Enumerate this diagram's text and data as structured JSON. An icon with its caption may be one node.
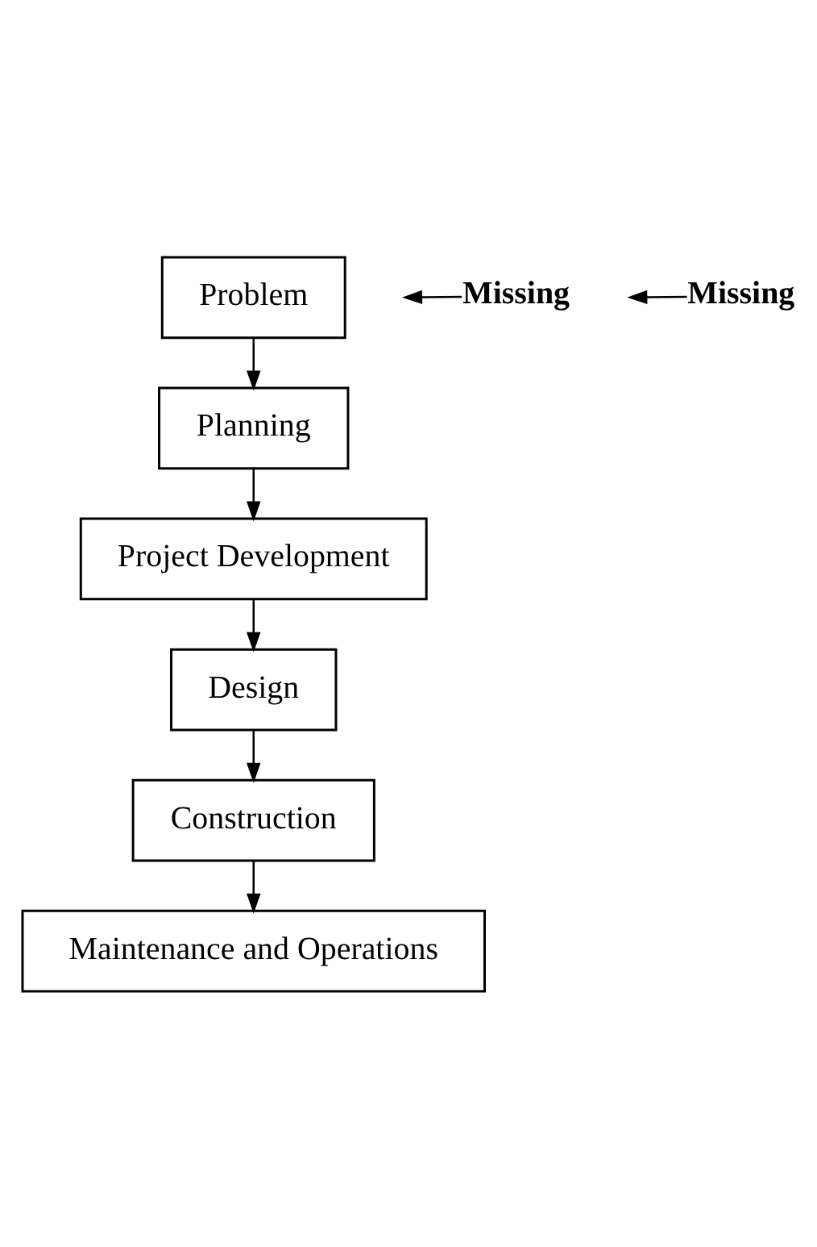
{
  "diagram": {
    "nodes": [
      {
        "text": [
          "Problem"
        ]
      },
      {
        "text": [
          "Planning"
        ]
      },
      {
        "text": [
          "Project Development"
        ]
      },
      {
        "text": [
          "Design"
        ]
      },
      {
        "text": [
          "Construction"
        ]
      },
      {
        "text": [
          "Maintenance and Operations"
        ]
      },
      {
        "text": [
          "Missing"
        ]
      },
      {
        "text": [
          "Missing"
        ]
      }
    ],
    "edges": [
      {
        "from": 0,
        "to": 1,
        "arrow": "to"
      },
      {
        "from": 1,
        "to": 2,
        "arrow": "to"
      },
      {
        "from": 2,
        "to": 3,
        "arrow": "to"
      },
      {
        "from": 3,
        "to": 4,
        "arrow": "to"
      },
      {
        "from": 4,
        "to": 5,
        "arrow": "to"
      },
      {
        "from": 6,
        "to": null,
        "arrow": "to"
      },
      {
        "from": 7,
        "to": null,
        "arrow": "to"
      }
    ]
  }
}
